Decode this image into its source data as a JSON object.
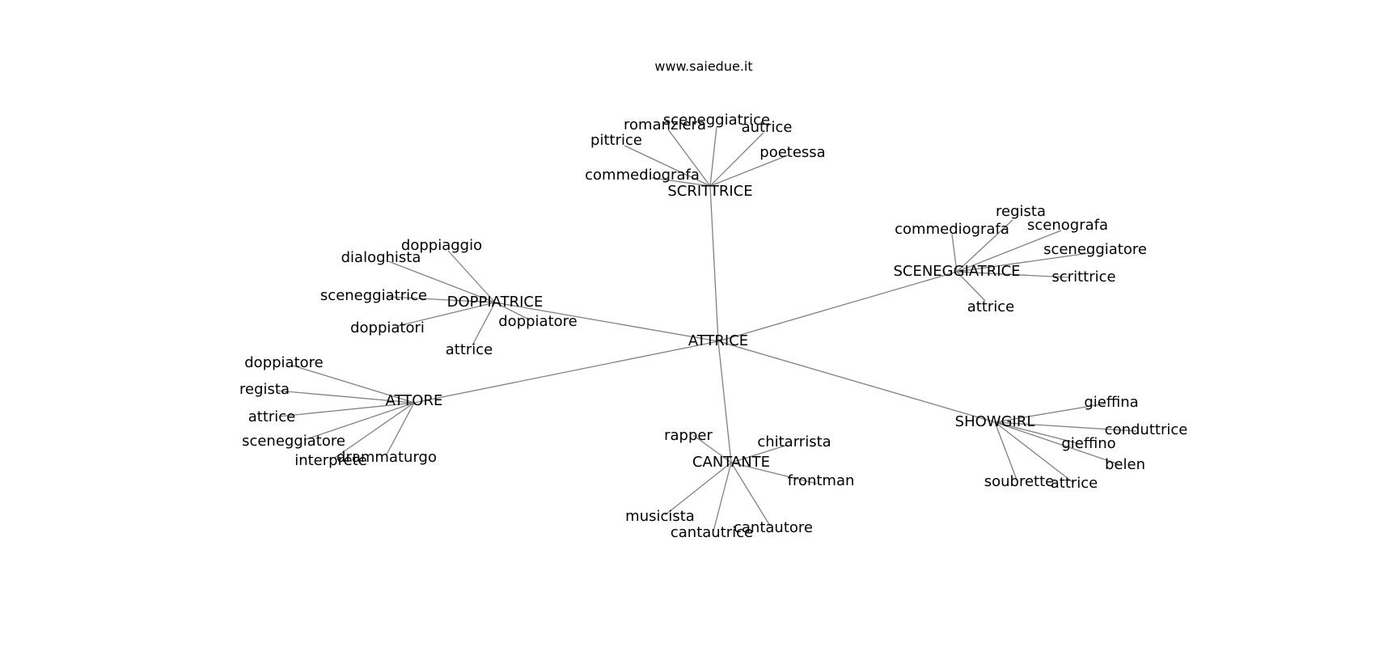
{
  "site": "www.saiedue.it",
  "center": "ATTRICE",
  "groups": [
    {
      "id": "scrittrice",
      "hub": "SCRITTRICE",
      "leaves": [
        "sceneggiatrice",
        "romanziera",
        "autrice",
        "pittrice",
        "poetessa",
        "commediografa"
      ]
    },
    {
      "id": "sceneggiatrice",
      "hub": "SCENEGGIATRICE",
      "leaves": [
        "regista",
        "scenografa",
        "commediografa",
        "sceneggiatore",
        "scrittrice",
        "attrice"
      ]
    },
    {
      "id": "doppiatrice",
      "hub": "DOPPIATRICE",
      "leaves": [
        "doppiaggio",
        "dialoghista",
        "sceneggiatrice",
        "doppiatori",
        "doppiatore",
        "attrice"
      ]
    },
    {
      "id": "attore",
      "hub": "ATTORE",
      "leaves": [
        "doppiatore",
        "regista",
        "attrice",
        "sceneggiatore",
        "interprete",
        "drammaturgo"
      ]
    },
    {
      "id": "cantante",
      "hub": "CANTANTE",
      "leaves": [
        "rapper",
        "chitarrista",
        "frontman",
        "musicista",
        "cantautrice",
        "cantautore"
      ]
    },
    {
      "id": "showgirl",
      "hub": "SHOWGIRL",
      "leaves": [
        "gieffina",
        "conduttrice",
        "gieffino",
        "belen",
        "soubrette",
        "attrice"
      ]
    }
  ]
}
